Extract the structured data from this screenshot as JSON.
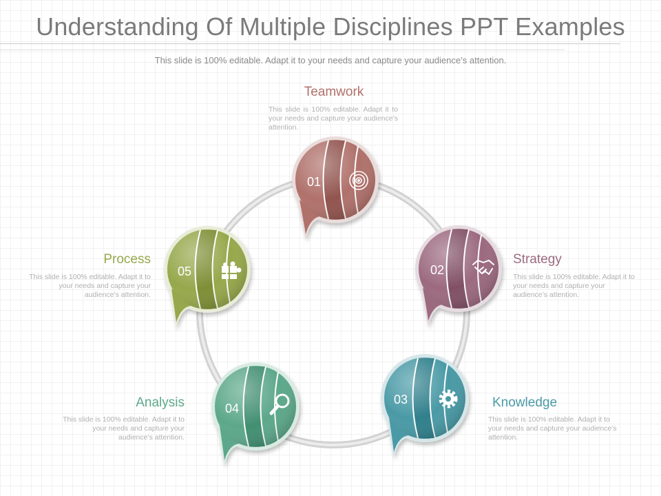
{
  "title": "Understanding Of Multiple Disciplines PPT Examples",
  "subtitle": "This slide is 100% editable. Adapt it to your needs and capture your audience’s attention.",
  "colors": {
    "teamwork": "#b0716b",
    "strategy": "#9c6a7f",
    "knowledge": "#4a9aa6",
    "analysis": "#5da88a",
    "process": "#96a84c",
    "ring": "#d4d4d4"
  },
  "items": [
    {
      "label": "Teamwork",
      "number": "01",
      "icon": "target-icon",
      "desc": "This slide is 100% editable. Adapt it to your needs and capture your audience’s attention."
    },
    {
      "label": "Strategy",
      "number": "02",
      "icon": "handshake-icon",
      "desc": "This slide is 100% editable. Adapt it to your needs and capture your audience’s attention."
    },
    {
      "label": "Knowledge",
      "number": "03",
      "icon": "gear-icon",
      "desc": "This slide is 100% editable. Adapt it to your needs and capture your audience’s attention."
    },
    {
      "label": "Analysis",
      "number": "04",
      "icon": "magnifier-icon",
      "desc": "This slide is 100% editable. Adapt it to your needs and capture your audience’s attention."
    },
    {
      "label": "Process",
      "number": "05",
      "icon": "puzzle-icon",
      "desc": "This slide is 100% editable. Adapt it to your needs and capture your audience’s attention."
    }
  ]
}
